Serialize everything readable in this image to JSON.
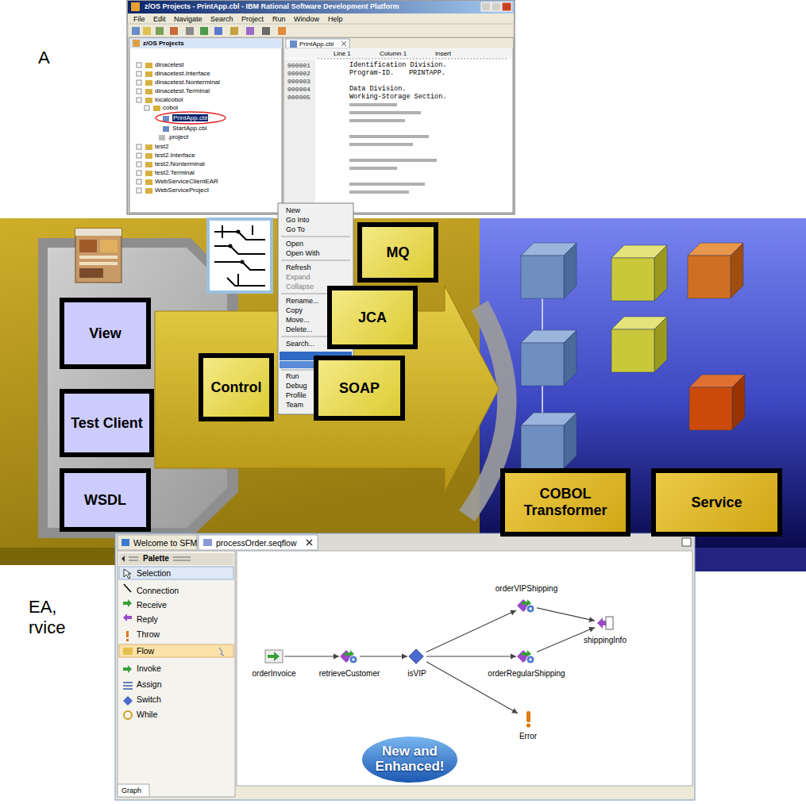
{
  "diagram": {
    "nodes": [
      {
        "text": [
          "View"
        ]
      },
      {
        "text": [
          "Test Client"
        ]
      },
      {
        "text": [
          "WSDL"
        ]
      },
      {
        "text": [
          "Control"
        ]
      },
      {
        "text": [
          "SOAP"
        ]
      },
      {
        "text": [
          "JCA"
        ]
      },
      {
        "text": [
          "MQ"
        ]
      },
      {
        "text": [
          "COBOL Transformer"
        ]
      },
      {
        "text": [
          "Service"
        ]
      },
      {
        "text": [
          "orderInvoice"
        ]
      },
      {
        "text": [
          "retrieveCustomer"
        ]
      },
      {
        "text": [
          "isVIP"
        ]
      },
      {
        "text": [
          "orderVIPShipping"
        ]
      },
      {
        "text": [
          "orderRegularShipping"
        ]
      },
      {
        "text": [
          "shippingInfo"
        ]
      },
      {
        "text": [
          "Error"
        ]
      },
      {
        "text": [
          "New and Enhanced!"
        ]
      }
    ],
    "edges": [
      {
        "from": 9,
        "to": 10,
        "arrow": "to"
      },
      {
        "from": 10,
        "to": 11,
        "arrow": "to"
      },
      {
        "from": 11,
        "to": 12,
        "arrow": "to"
      },
      {
        "from": 11,
        "to": 13,
        "arrow": "to"
      },
      {
        "from": 11,
        "to": 15,
        "arrow": "to"
      },
      {
        "from": 12,
        "to": 14,
        "arrow": "to"
      },
      {
        "from": 13,
        "to": 14,
        "arrow": "to"
      }
    ],
    "labels": [
      "A",
      "z/OS Projects - PrintApp.cbl - IBM Rational Software Development Platform",
      "File",
      "Edit",
      "Navigate",
      "Search",
      "Project",
      "Run",
      "Window",
      "Help",
      "z/OS Projects",
      "PrintApp.cbl",
      "dinacetest",
      "dinacetest.Interface",
      "dinacetest.Nonterminal",
      "dinacetest.Terminal",
      "localcobol",
      "cobol",
      "PrintApp.cbl",
      "StartApp.cbl",
      ".project",
      "test2",
      "test2.Interface",
      "test2.Nonterminal",
      "test2.Terminal",
      "WebServiceClientEAR",
      "WebServiceProject",
      "Line 1",
      "Column 1",
      "Insert",
      "000001",
      "000002",
      "000003",
      "000004",
      "000005",
      "Identification Division.",
      "Program-ID.",
      "PRINTAPP.",
      "Data Division.",
      "Working-Storage Section.",
      "New",
      "Go Into",
      "Go To",
      "Open",
      "Open With",
      "Refresh",
      "Expand",
      "Collapse",
      "Rename...",
      "Copy",
      "Move...",
      "Delete...",
      "Search...",
      "Run",
      "Debug",
      "Profile",
      "Team",
      "Welcome to SFM",
      "processOrder.seqflow",
      "Palette",
      "Selection",
      "Connection",
      "Receive",
      "Reply",
      "Throw",
      "Flow",
      "Invoke",
      "Assign",
      "Switch",
      "While",
      "Graph",
      "EA,",
      "rvice"
    ]
  }
}
